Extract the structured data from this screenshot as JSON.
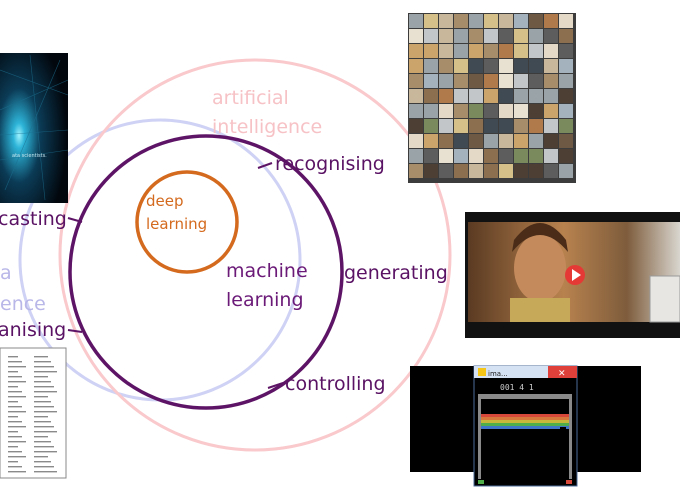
{
  "labels": {
    "ai_line1": "artificial",
    "ai_line2": "intelligence",
    "ds_line1": "a",
    "ds_line2": "ence",
    "ml_line1": "machine",
    "ml_line2": "learning",
    "dl_line1": "deep",
    "dl_line2": "learning"
  },
  "capabilities": {
    "recognising": "recognising",
    "generating": "generating",
    "controlling": "controlling",
    "forecasting": "casting",
    "organising": "anising"
  },
  "thumbnails": {
    "space_caption": "ata scientists.",
    "game_title": "ima...",
    "game_score": "001  4  1"
  },
  "colors": {
    "ai_circle": "#f9c9cc",
    "ds_circle": "#cfd2f4",
    "ml_circle": "#5e1466",
    "dl_circle": "#d46a1e",
    "label_text": "#6b1a78"
  }
}
